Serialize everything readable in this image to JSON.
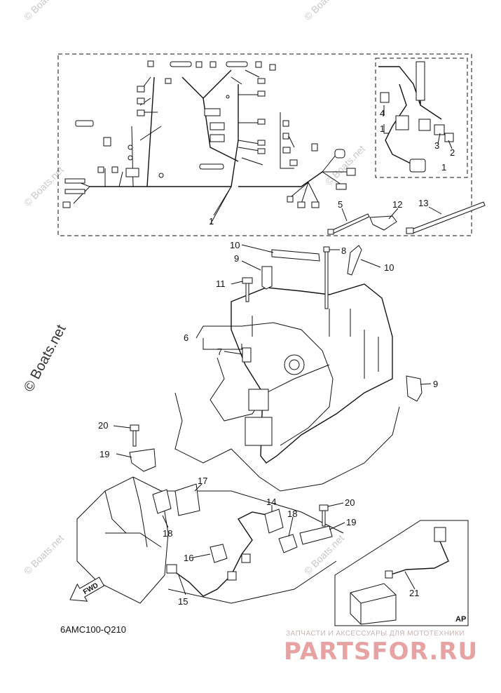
{
  "diagram": {
    "code": "6AMC100-Q210",
    "inset_label": "AP",
    "direction_label": "FWD",
    "callouts": {
      "p1_main": "1",
      "p1_inset": "1",
      "p2": "2",
      "p3": "3",
      "p4": "4",
      "p5": "5",
      "p6": "6",
      "p7": "7",
      "p8": "8",
      "p9_top": "9",
      "p9_right": "9",
      "p10_left": "10",
      "p10_right": "10",
      "p11": "11",
      "p12": "12",
      "p13": "13",
      "p14": "14",
      "p15": "15",
      "p16": "16",
      "p17": "17",
      "p18_left": "18",
      "p18_right": "18",
      "p19_left": "19",
      "p19_right": "19",
      "p20_left": "20",
      "p20_right": "20",
      "p21": "21"
    }
  },
  "watermarks": {
    "main": "© Boats.net",
    "small": "© Boats.net"
  },
  "store": {
    "tagline": "ЗАПЧАСТИ И АКСЕССУАРЫ ДЛЯ МОТОТЕХНИКИ",
    "logo": "PARTSFOR.RU"
  }
}
